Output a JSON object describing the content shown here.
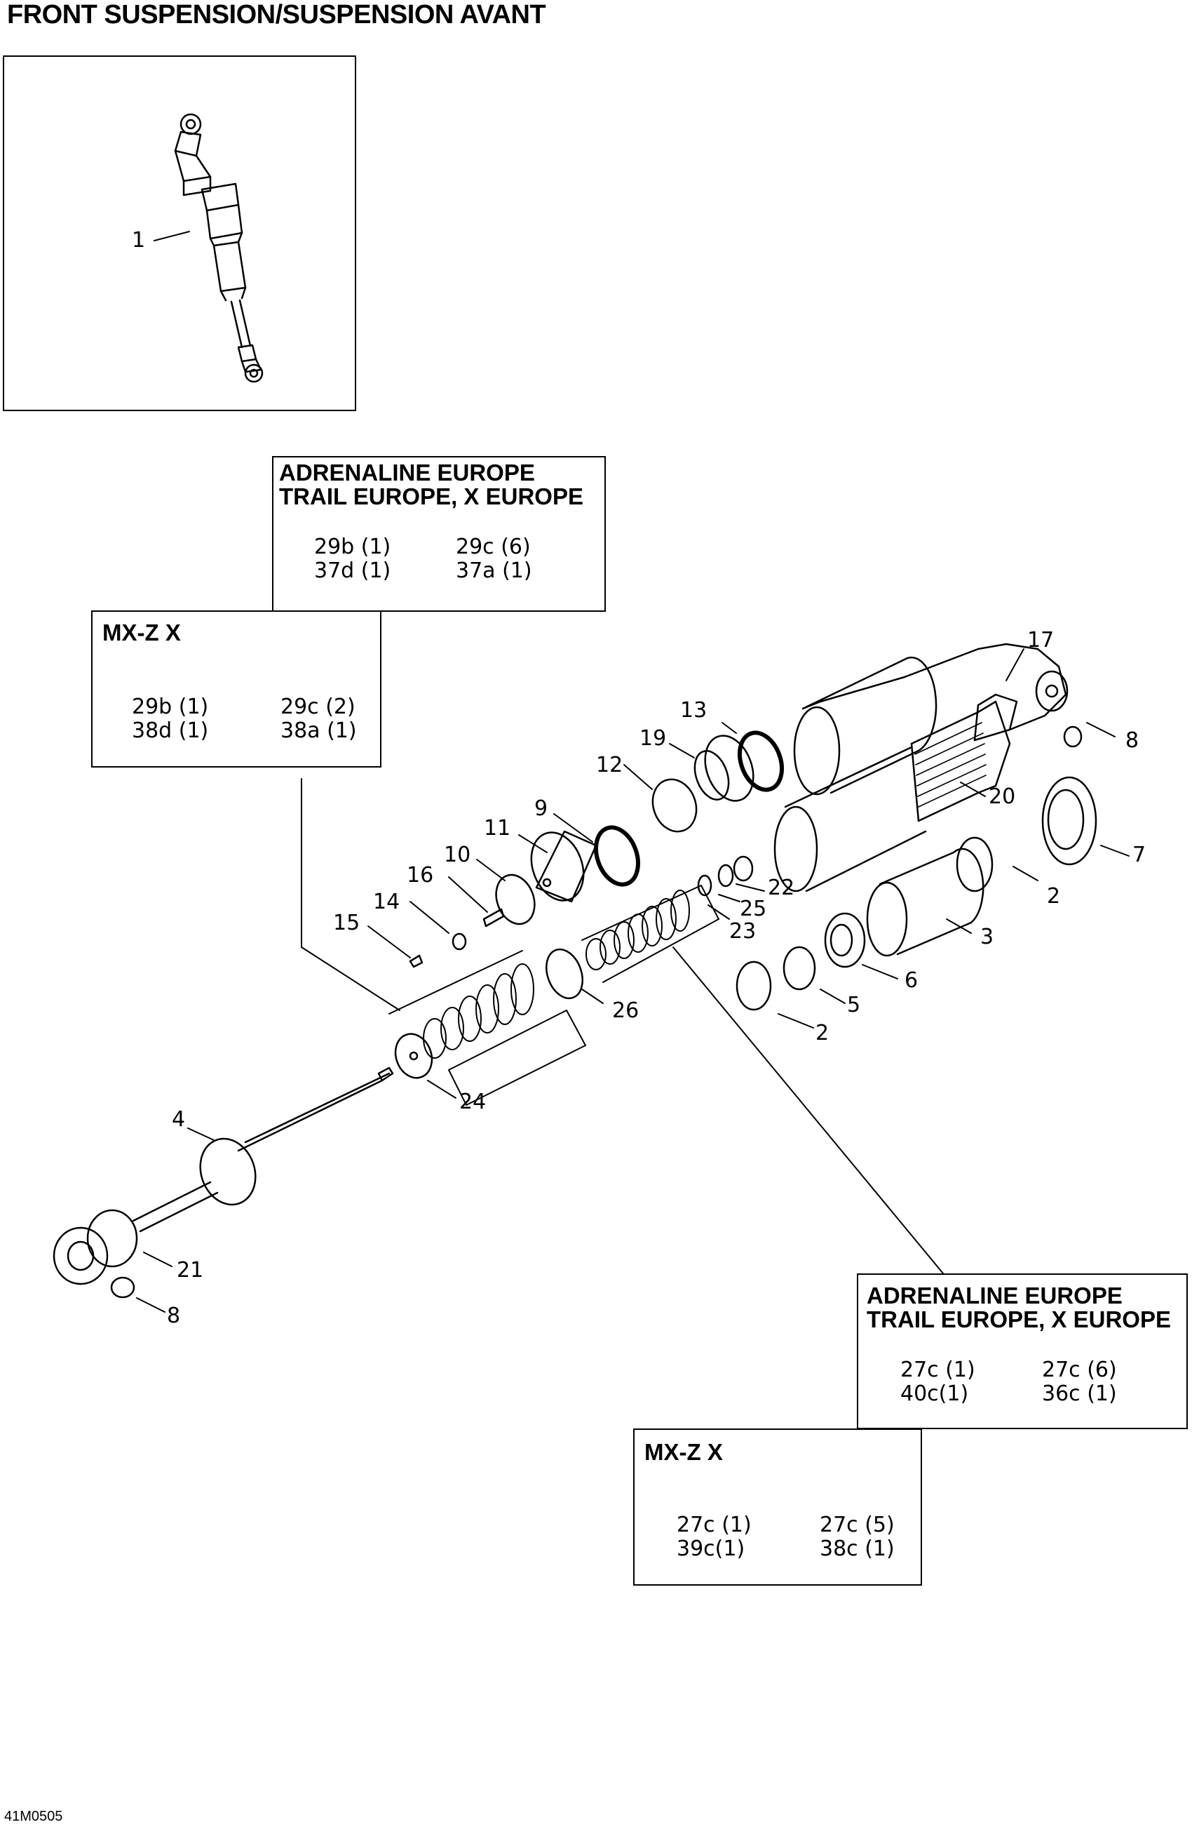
{
  "title": "FRONT SUSPENSION/SUSPENSION AVANT",
  "drawing_code": "41M0505",
  "callouts": [
    "1",
    "2",
    "2",
    "3",
    "4",
    "5",
    "6",
    "7",
    "8",
    "8",
    "9",
    "10",
    "11",
    "12",
    "13",
    "14",
    "15",
    "16",
    "17",
    "19",
    "20",
    "21",
    "22",
    "23",
    "24",
    "25",
    "26"
  ],
  "boxes": [
    {
      "title_lines": [
        "ADRENALINE EUROPE",
        "TRAIL EUROPE, X EUROPE"
      ],
      "rows": [
        [
          "29b (1)",
          "29c (6)"
        ],
        [
          "37d (1)",
          "37a (1)"
        ]
      ]
    },
    {
      "title_lines": [
        "MX-Z X"
      ],
      "rows": [
        [
          "29b (1)",
          "29c (2)"
        ],
        [
          "38d (1)",
          "38a (1)"
        ]
      ]
    },
    {
      "title_lines": [
        "ADRENALINE EUROPE",
        "TRAIL EUROPE, X EUROPE"
      ],
      "rows": [
        [
          "27c (1)",
          "27c (6)"
        ],
        [
          "40c(1)",
          "36c (1)"
        ]
      ]
    },
    {
      "title_lines": [
        "MX-Z X"
      ],
      "rows": [
        [
          "27c (1)",
          "27c (5)"
        ],
        [
          "39c(1)",
          "38c (1)"
        ]
      ]
    }
  ]
}
